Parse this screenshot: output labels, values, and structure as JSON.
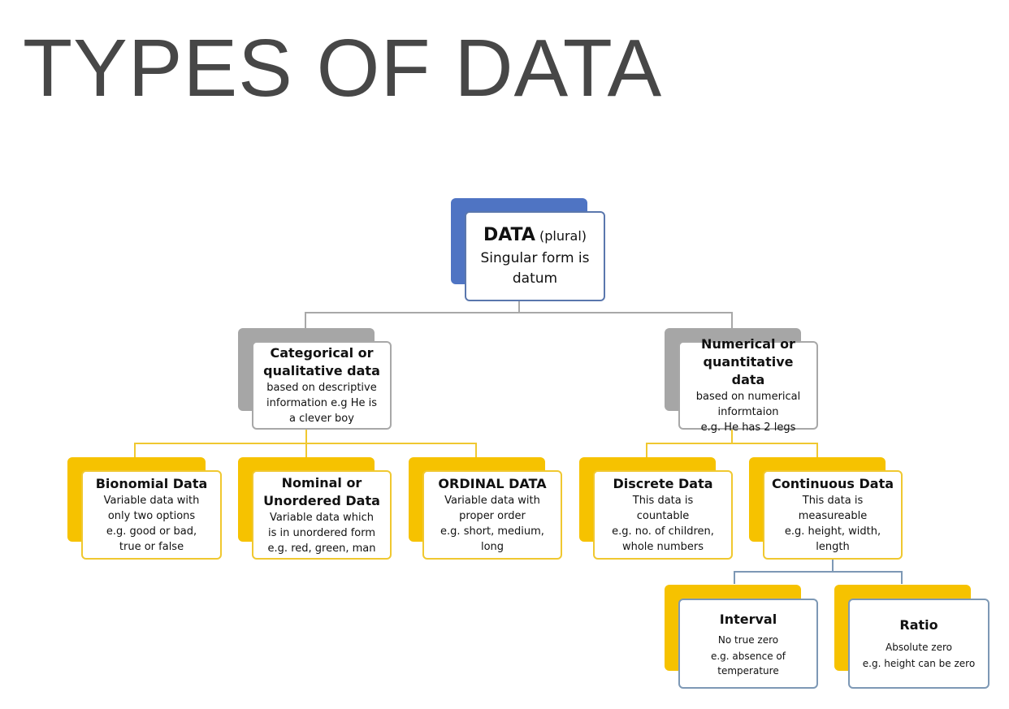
{
  "title": "TYPES OF DATA",
  "root": {
    "heading": "DATA",
    "heading_suffix": "(plural)",
    "line1": "Singular form is",
    "line2": "datum"
  },
  "categorical": {
    "heading1": "Categorical or",
    "heading2": "qualitative data",
    "line1": "based on descriptive",
    "line2": "information e.g He is",
    "line3": "a clever boy"
  },
  "numerical": {
    "heading1": "Numerical or",
    "heading2": "quantitative data",
    "line1": "based on numerical",
    "line2": "informtaion",
    "line3": "e.g. He has 2 legs"
  },
  "binomial": {
    "heading": "Bionomial Data",
    "line1": "Variable data with",
    "line2": "only two options",
    "line3": "e.g. good or bad,",
    "line4": "true or false"
  },
  "nominal": {
    "heading1": "Nominal or",
    "heading2": "Unordered Data",
    "line1": "Variable data which",
    "line2": "is in unordered form",
    "line3": "e.g. red, green, man"
  },
  "ordinal": {
    "heading": "ORDINAL DATA",
    "line1": "Variable data with",
    "line2": "proper order",
    "line3": "e.g. short, medium,",
    "line4": "long"
  },
  "discrete": {
    "heading": "Discrete Data",
    "line1": "This data is",
    "line2": "countable",
    "line3": "e.g. no. of children,",
    "line4": "whole numbers"
  },
  "continuous": {
    "heading": "Continuous Data",
    "line1": "This data is",
    "line2": "measureable",
    "line3": "e.g. height, width,",
    "line4": "length"
  },
  "interval": {
    "heading": "Interval",
    "line1": "No true zero",
    "line2": "e.g. absence of",
    "line3": "temperature"
  },
  "ratio": {
    "heading": "Ratio",
    "line1": "Absolute zero",
    "line2": "e.g. height can be zero"
  },
  "colors": {
    "blue": "#4f74c3",
    "grey": "#a6a6a6",
    "yellow": "#f6c200",
    "steel": "#7f99b4"
  }
}
